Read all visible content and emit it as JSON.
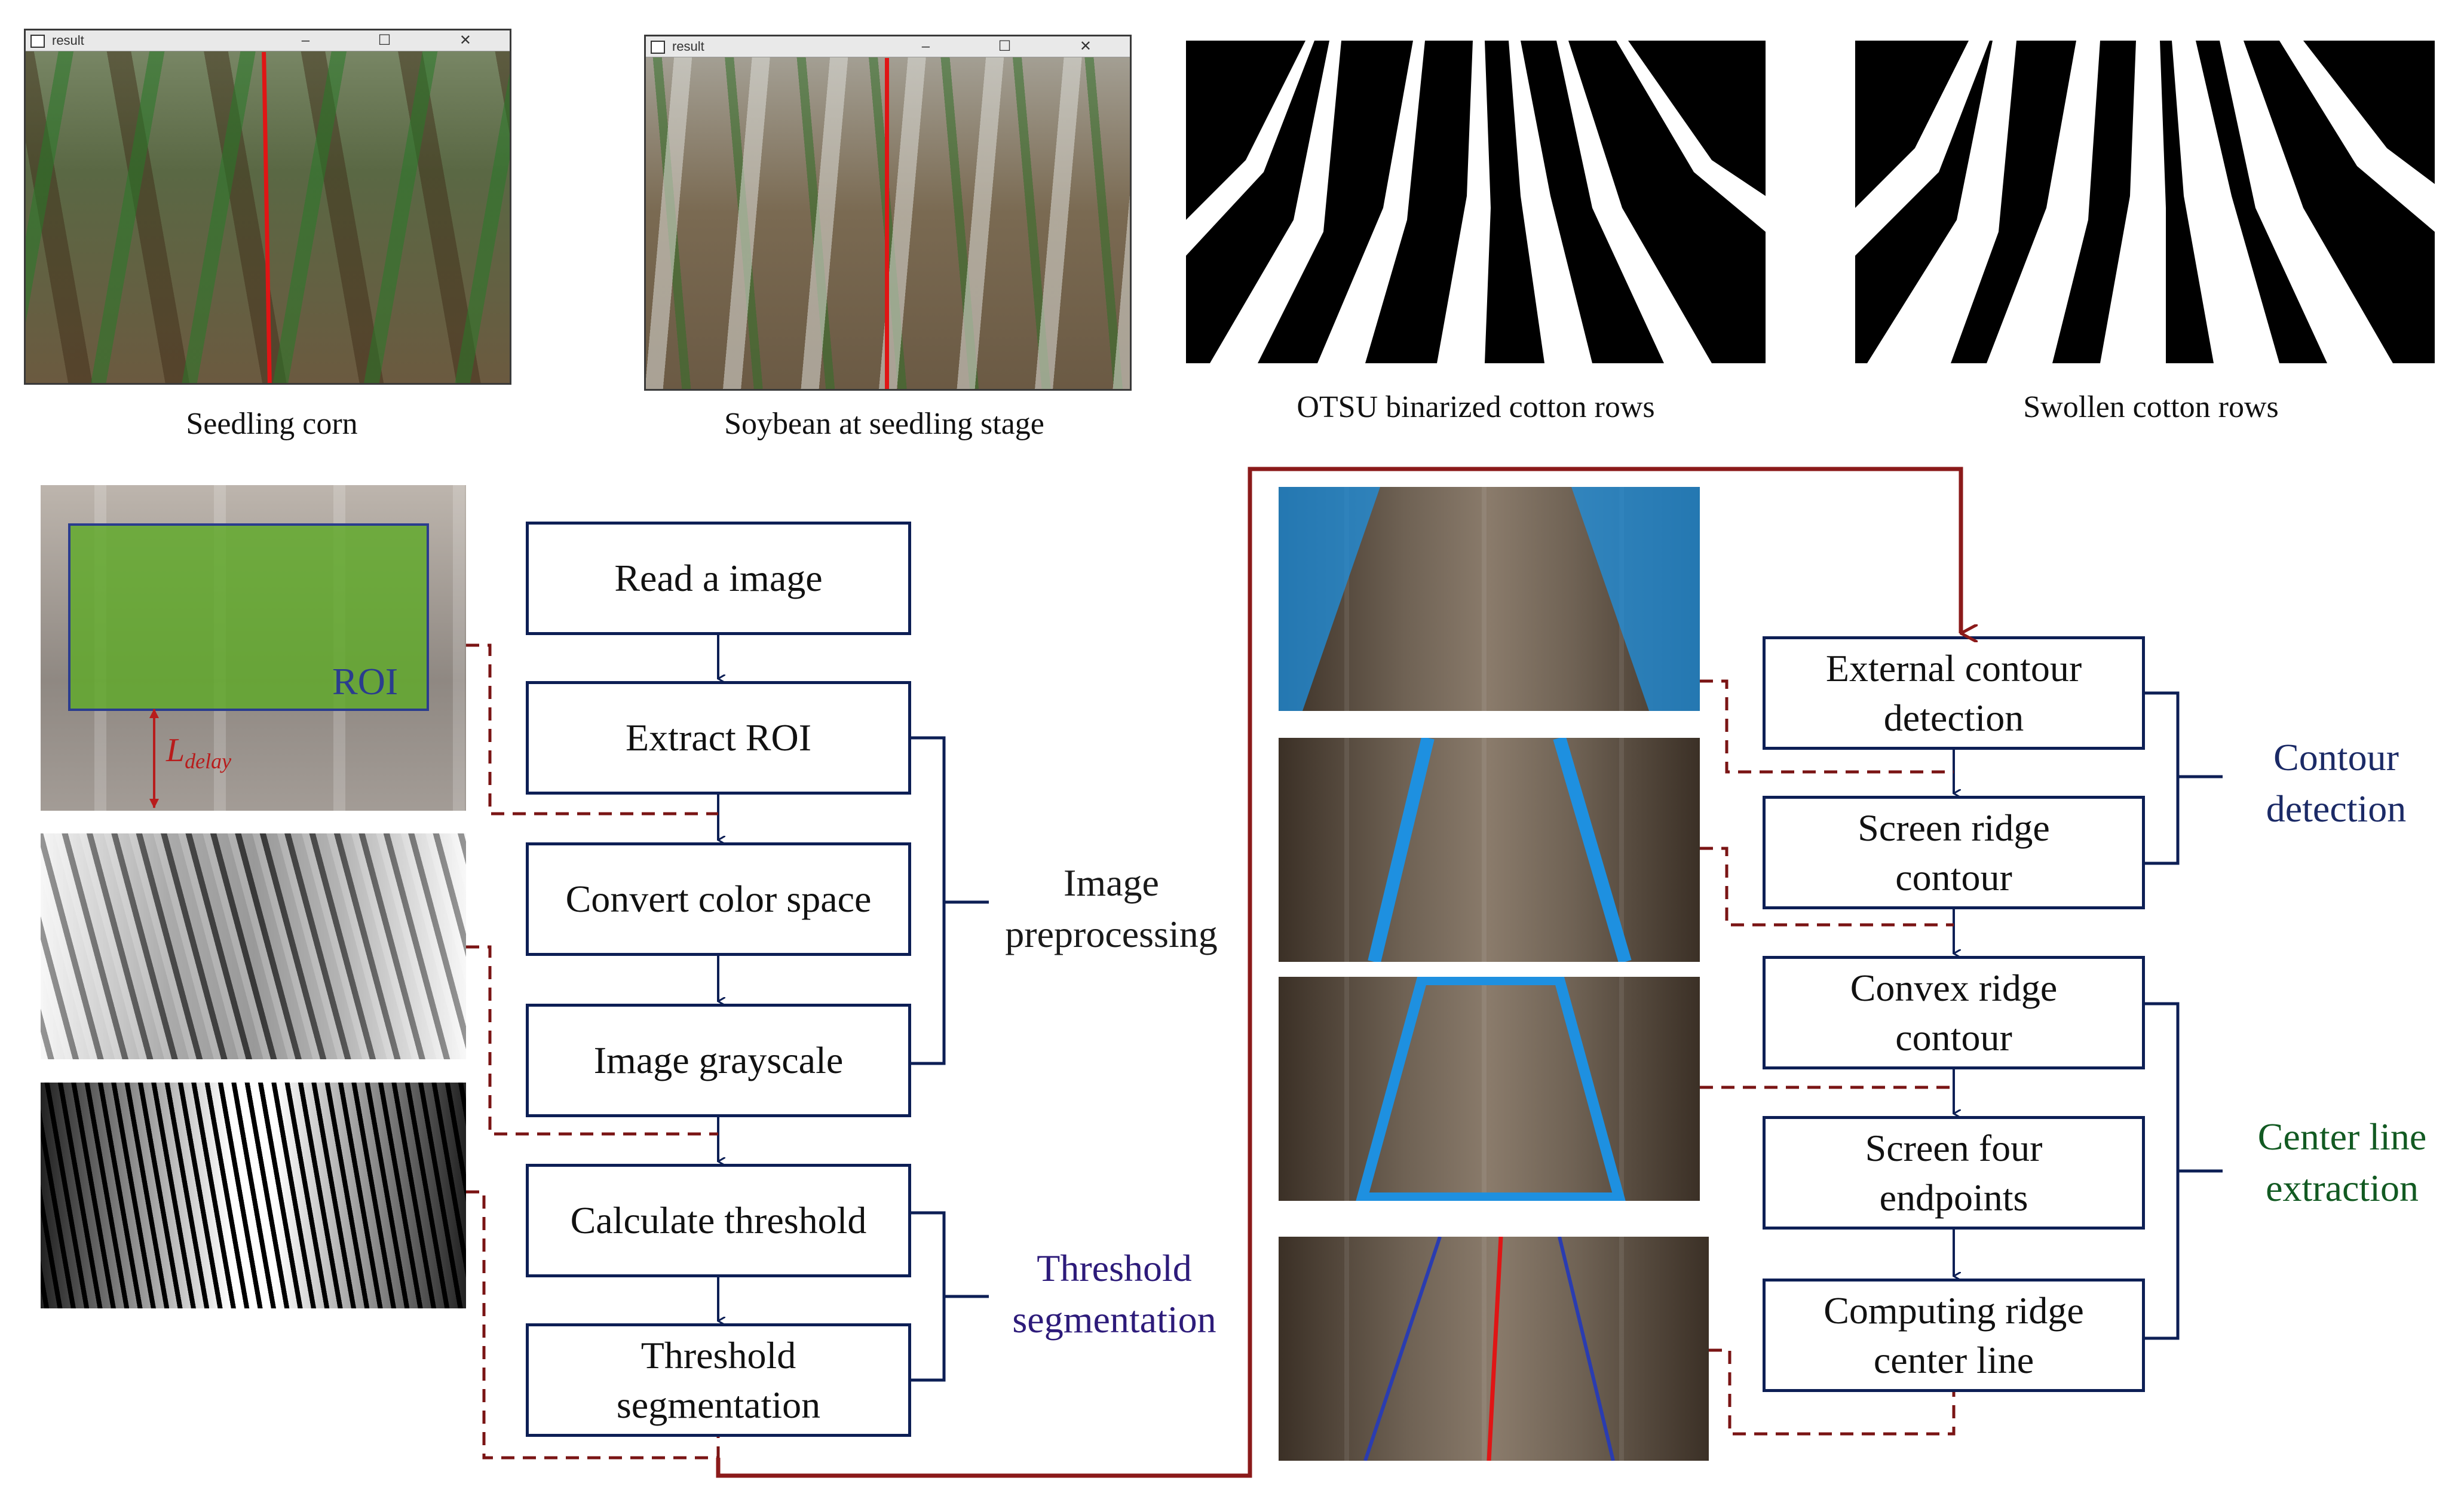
{
  "top": {
    "window_title": "result",
    "captions": [
      "Seedling corn",
      "Soybean at seedling stage",
      "OTSU binarized cotton rows",
      "Swollen cotton rows"
    ]
  },
  "left": {
    "roi_label": "ROI",
    "ldelay_main": "L",
    "ldelay_sub": "delay"
  },
  "flow_left": {
    "boxes": [
      "Read a image",
      "Extract ROI",
      "Convert color space",
      "Image grayscale",
      "Calculate threshold",
      "Threshold segmentation"
    ],
    "group_labels": [
      "Image preprocessing",
      "Threshold segmentation"
    ]
  },
  "flow_right": {
    "boxes": [
      "External contour detection",
      "Screen ridge contour",
      "Convex ridge contour",
      "Screen four endpoints",
      "Computing ridge center line"
    ],
    "group_labels": [
      "Contour detection",
      "Center line extraction"
    ]
  },
  "colors": {
    "box_border": "#0d1f55",
    "dashed_connector": "#7a1414",
    "main_connector": "#8b1a1a",
    "contour_blue": "#1e90e0",
    "center_red": "#e01515"
  }
}
